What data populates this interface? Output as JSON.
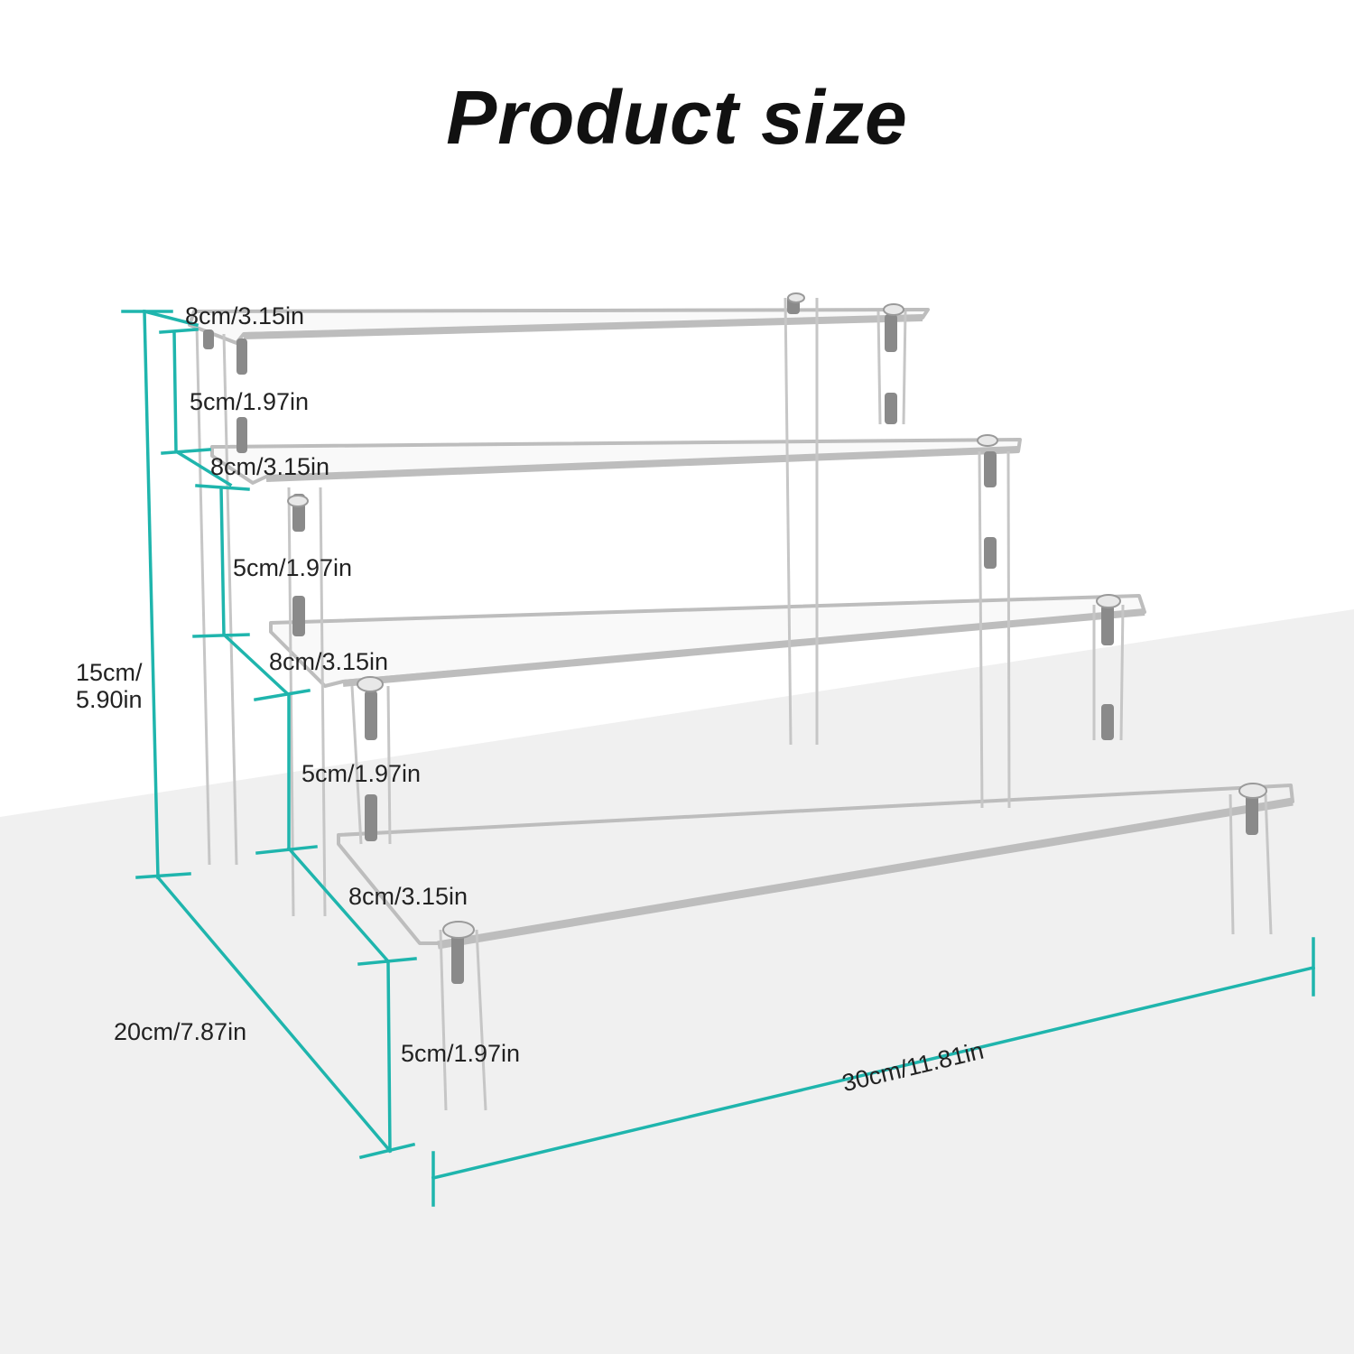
{
  "title": "Product size",
  "colors": {
    "dimension_line": "#1fb5ad",
    "background": "#ffffff",
    "floor": "#f0f0f0",
    "acrylic_edge": "#bdbdbd",
    "text": "#222222"
  },
  "dimensions": {
    "tier1_depth": "8cm/3.15in",
    "tier1_height": "5cm/1.97in",
    "tier2_depth": "8cm/3.15in",
    "tier2_height": "5cm/1.97in",
    "tier3_depth": "8cm/3.15in",
    "tier3_height": "5cm/1.97in",
    "tier4_depth": "8cm/3.15in",
    "tier4_height": "5cm/1.97in",
    "total_height_line1": "15cm/",
    "total_height_line2": "5.90in",
    "total_depth": "20cm/7.87in",
    "total_width": "30cm/11.81in"
  }
}
